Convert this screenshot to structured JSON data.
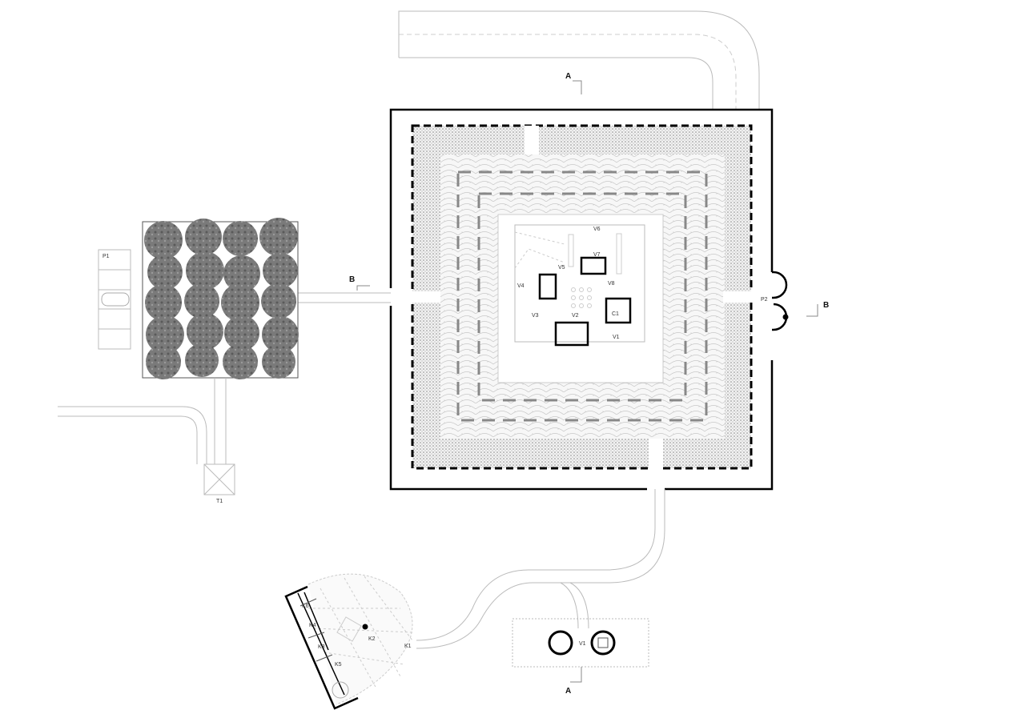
{
  "section_marks": {
    "a_top": "A",
    "a_bottom": "A",
    "b_left": "B",
    "b_right": "B"
  },
  "labels": {
    "p1": "P1",
    "t1": "T1",
    "p2": "P2",
    "v1": "V1",
    "v2": "V2",
    "v3": "V3",
    "v4": "V4",
    "v5": "V5",
    "v6": "V6",
    "v7": "V7",
    "v8": "V8",
    "c1": "C1",
    "k1": "K1",
    "k2": "K2",
    "k3": "K3",
    "k4": "K4",
    "k5": "K5",
    "k6": "K6",
    "v1_pavilion": "V1"
  },
  "colors": {
    "wall": "#000000",
    "line": "#bbbbbb",
    "trees": "#6e6e6e",
    "texture": "#9a9a9a"
  }
}
